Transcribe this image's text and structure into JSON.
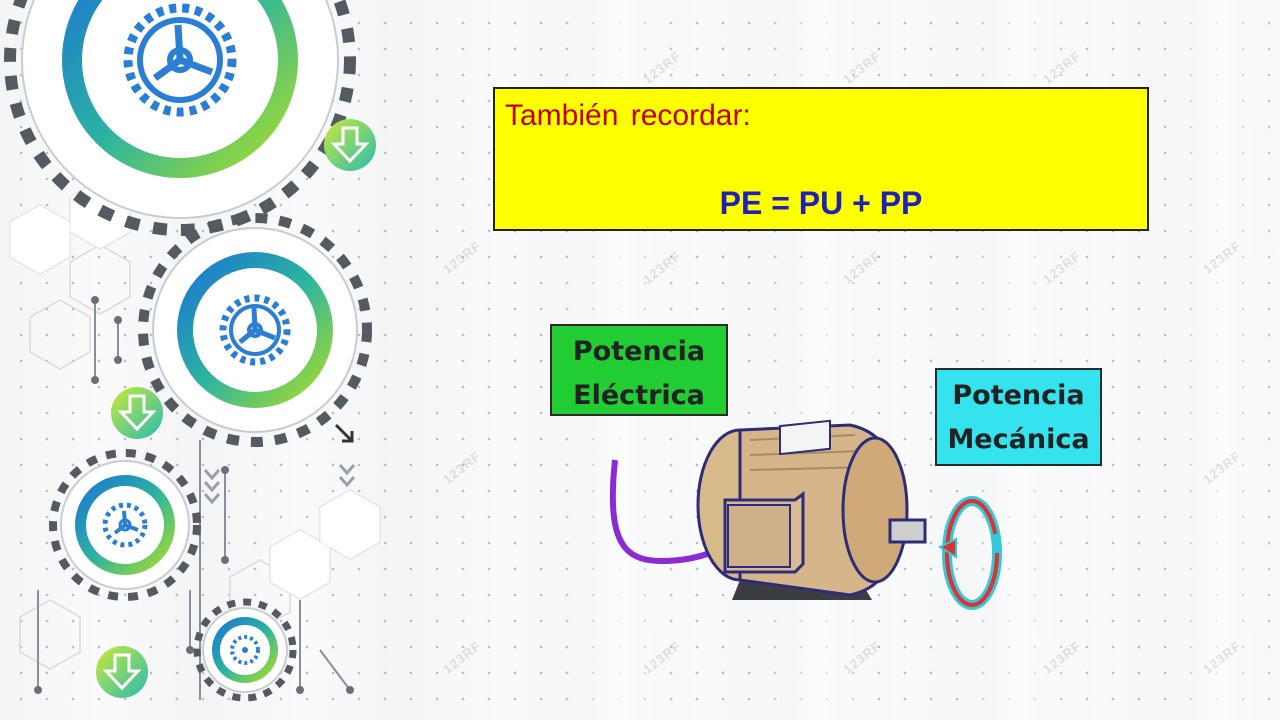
{
  "note": {
    "title": "También recordar:",
    "formula": "PE = PU + PP"
  },
  "labels": {
    "electrical_line1": "Potencia",
    "electrical_line2": "Eléctrica",
    "mechanical_line1": "Potencia",
    "mechanical_line2": "Mecánica"
  },
  "watermark_text": "123RF",
  "colors": {
    "note_bg": "#ffff00",
    "note_title": "#c00000",
    "formula": "#2020b8",
    "electrical_label_bg": "#22cc33",
    "mechanical_label_bg": "#35e3ee",
    "cable": "#8a2bd6",
    "rotation_arrow": "#e03030"
  }
}
